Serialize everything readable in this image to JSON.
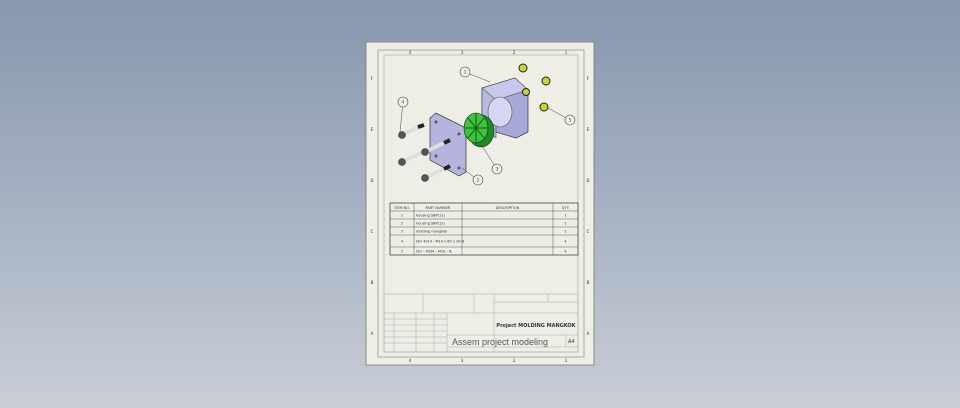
{
  "sheet": {
    "zones_top": [
      "4",
      "3",
      "2",
      "1"
    ],
    "zones_side": [
      "F",
      "E",
      "D",
      "C",
      "B",
      "A"
    ],
    "colors": {
      "paper": "#eeeee6",
      "housing": "#b8b8e0",
      "seal": "#3ec43e",
      "nut": "#c8d23a"
    }
  },
  "balloons": [
    "1",
    "4",
    "5",
    "3",
    "2"
  ],
  "bom": {
    "headers": [
      "ITEM NO.",
      "PART NUMBER",
      "DESCRIPTION",
      "QTY."
    ],
    "rows": [
      {
        "item": "1",
        "part": "housing SBP1(1)",
        "desc": "",
        "qty": "1"
      },
      {
        "item": "2",
        "part": "housing SBP1(2)",
        "desc": "",
        "qty": "1"
      },
      {
        "item": "3",
        "part": "molding mangkok",
        "desc": "",
        "qty": "1"
      },
      {
        "item": "4",
        "part": "ISO 4014 - M10 x 60 x 26-N",
        "desc": "",
        "qty": "4"
      },
      {
        "item": "5",
        "part": "ISO - 4034 - M10 - N",
        "desc": "",
        "qty": "4"
      }
    ]
  },
  "title_block": {
    "project_title": "Project MOLDING MANGKOK",
    "drawing_name": "Assem project modeling",
    "size": "A4"
  }
}
